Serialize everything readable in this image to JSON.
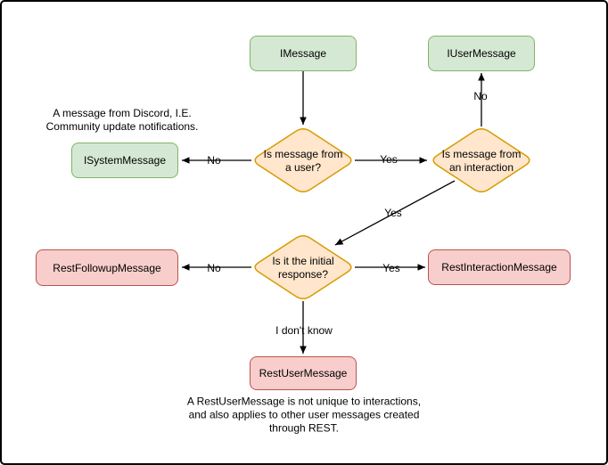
{
  "nodes": {
    "imessage": {
      "label": "IMessage"
    },
    "iusermessage": {
      "label": "IUserMessage"
    },
    "isystemmessage": {
      "label": "ISystemMessage"
    },
    "restfollowupmessage": {
      "label": "RestFollowupMessage"
    },
    "restinteractionmessage": {
      "label": "RestInteractionMessage"
    },
    "restusermessage": {
      "label": "RestUserMessage"
    }
  },
  "decisions": {
    "from_user": {
      "label": "Is message from\na user?"
    },
    "from_interaction": {
      "label": "Is message from\nan interaction"
    },
    "initial_response": {
      "label": "Is it the initial\nresponse?"
    }
  },
  "edge_labels": {
    "no_to_system": "No",
    "yes_to_interaction": "Yes",
    "no_to_usermessage": "No",
    "yes_to_initial": "Yes",
    "no_to_followup": "No",
    "yes_to_interactionmessage": "Yes",
    "dont_know": "I don't know"
  },
  "annotations": {
    "system_note": "A message from Discord, I.E.\nCommunity update notifications.",
    "rest_note": "A RestUserMessage is not unique to interactions,\nand also applies to other user messages created\nthrough REST."
  },
  "colors": {
    "interface_fill": "#d5e8d4",
    "interface_stroke": "#82b366",
    "decision_fill": "#ffe6cc",
    "decision_stroke": "#d79b00",
    "rest_fill": "#f8cecc",
    "rest_stroke": "#b85450",
    "edge": "#000000",
    "background": "#ffffff",
    "frame_border": "#000000"
  }
}
